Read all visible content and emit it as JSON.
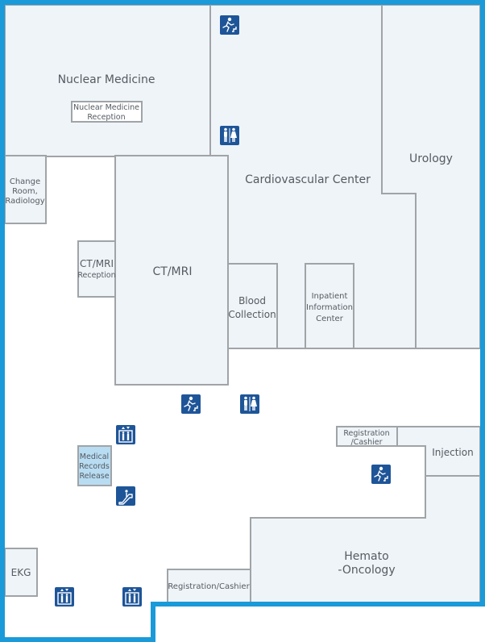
{
  "rooms": {
    "nuclear_medicine": "Nuclear Medicine",
    "nuclear_medicine_reception": [
      "Nuclear Medicine",
      "Reception"
    ],
    "change_room": [
      "Change",
      "Room,",
      "Radiology"
    ],
    "ct_mri_reception": [
      "CT/MRI",
      "Reception"
    ],
    "ct_mri": "CT/MRI",
    "cardiovascular_center": "Cardiovascular Center",
    "urology": "Urology",
    "blood_collection": [
      "Blood",
      "Collection"
    ],
    "inpatient_information": [
      "Inpatient",
      "Information",
      "Center"
    ],
    "medical_records_release": [
      "Medical",
      "Records",
      "Release"
    ],
    "registration_cashier_right": [
      "Registration",
      "/Cashier"
    ],
    "injection": "Injection",
    "hemato_oncology": [
      "Hemato",
      "-Oncology"
    ],
    "ekg": "EKG",
    "registration_cashier_bottom": "Registration/Cashier"
  },
  "icons": [
    {
      "type": "emergency-exit-icon"
    },
    {
      "type": "restroom-icon"
    },
    {
      "type": "emergency-exit-icon"
    },
    {
      "type": "restroom-icon"
    },
    {
      "type": "elevator-icon"
    },
    {
      "type": "escalator-icon"
    },
    {
      "type": "emergency-exit-icon"
    },
    {
      "type": "elevator-icon"
    },
    {
      "type": "elevator-icon"
    }
  ],
  "colors": {
    "outline": "#1a9ad9",
    "room_fill": "#eef4f8",
    "highlight_fill": "#b8dcf2",
    "icon_bg": "#1e5598"
  }
}
